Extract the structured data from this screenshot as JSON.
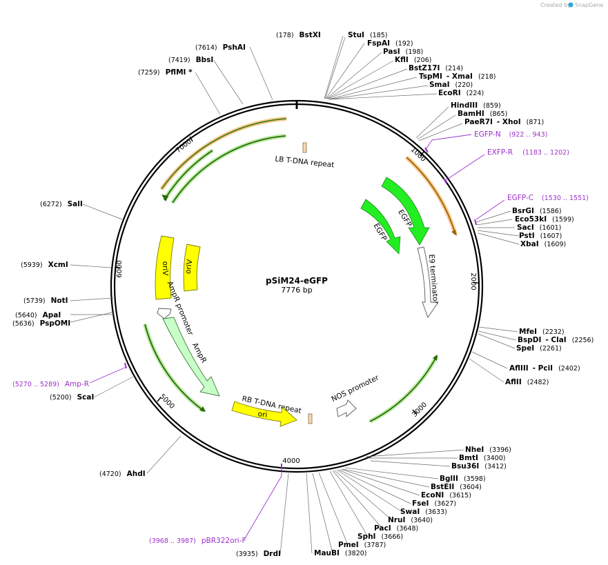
{
  "plasmid": {
    "name": "pSiM24-eGFP",
    "length_label": "7776 bp",
    "length": 7776
  },
  "credit": {
    "prefix": "Created by",
    "brand": "SnapGene"
  },
  "ticks": [
    "1000",
    "2000",
    "3000",
    "4000",
    "5000",
    "6000",
    "7000"
  ],
  "enzymes": [
    {
      "name": "BstXI",
      "pos": "(178)"
    },
    {
      "name": "StuI",
      "pos": "(185)"
    },
    {
      "name": "FspAI",
      "pos": "(192)"
    },
    {
      "name": "PasI",
      "pos": "(198)"
    },
    {
      "name": "KflI",
      "pos": "(206)"
    },
    {
      "name": "BstZ17I",
      "pos": "(214)"
    },
    {
      "name": "TspMI",
      "pos": ""
    },
    {
      "name": "- XmaI",
      "pos": "(218)"
    },
    {
      "name": "SmaI",
      "pos": "(220)"
    },
    {
      "name": "EcoRI",
      "pos": "(224)"
    },
    {
      "name": "HindIII",
      "pos": "(859)"
    },
    {
      "name": "BamHI",
      "pos": "(865)"
    },
    {
      "name": "PaeR7I",
      "pos": ""
    },
    {
      "name": "- XhoI",
      "pos": "(871)"
    },
    {
      "name": "BsrGI",
      "pos": "(1586)"
    },
    {
      "name": "Eco53kI",
      "pos": "(1599)"
    },
    {
      "name": "SacI",
      "pos": "(1601)"
    },
    {
      "name": "PstI",
      "pos": "(1607)"
    },
    {
      "name": "XbaI",
      "pos": "(1609)"
    },
    {
      "name": "MfeI",
      "pos": "(2232)"
    },
    {
      "name": "BspDI",
      "pos": ""
    },
    {
      "name": "- ClaI",
      "pos": "(2256)"
    },
    {
      "name": "SpeI",
      "pos": "(2261)"
    },
    {
      "name": "AflIII",
      "pos": ""
    },
    {
      "name": "- PciI",
      "pos": "(2402)"
    },
    {
      "name": "AflII",
      "pos": "(2482)"
    },
    {
      "name": "NheI",
      "pos": "(3396)"
    },
    {
      "name": "BmtI",
      "pos": "(3400)"
    },
    {
      "name": "Bsu36I",
      "pos": "(3412)"
    },
    {
      "name": "BglII",
      "pos": "(3598)"
    },
    {
      "name": "BstEII",
      "pos": "(3604)"
    },
    {
      "name": "EcoNI",
      "pos": "(3615)"
    },
    {
      "name": "FseI",
      "pos": "(3627)"
    },
    {
      "name": "SwaI",
      "pos": "(3633)"
    },
    {
      "name": "NruI",
      "pos": "(3640)"
    },
    {
      "name": "PacI",
      "pos": "(3648)"
    },
    {
      "name": "SphI",
      "pos": "(3666)"
    },
    {
      "name": "PmeI",
      "pos": "(3787)"
    },
    {
      "name": "MauBI",
      "pos": "(3820)"
    },
    {
      "name": "DrdI",
      "pos": "(3935)"
    },
    {
      "name": "AhdI",
      "pos": "(4720)"
    },
    {
      "name": "ScaI",
      "pos": "(5200)"
    },
    {
      "name": "PspOMI",
      "pos": "(5636)"
    },
    {
      "name": "ApaI",
      "pos": "(5640)"
    },
    {
      "name": "NotI",
      "pos": "(5739)"
    },
    {
      "name": "XcmI",
      "pos": "(5939)"
    },
    {
      "name": "SalI",
      "pos": "(6272)"
    },
    {
      "name": "PflMI *",
      "pos": "(7259)"
    },
    {
      "name": "BbsI",
      "pos": "(7419)"
    },
    {
      "name": "PshAI",
      "pos": "(7614)"
    }
  ],
  "primers": [
    {
      "name": "EGFP-N",
      "range": "(922 .. 943)"
    },
    {
      "name": "EXFP-R",
      "range": "(1183 .. 1202)"
    },
    {
      "name": "EGFP-C",
      "range": "(1530 .. 1551)"
    },
    {
      "name": "Amp-R",
      "range": "(5270 .. 5289)"
    },
    {
      "name": "pBR322ori-F",
      "range": "(3968 .. 3987)"
    }
  ],
  "features": [
    {
      "name": "LB T-DNA repeat"
    },
    {
      "name": "EGFP"
    },
    {
      "name": "EGFP"
    },
    {
      "name": "E9 terminator"
    },
    {
      "name": "oriV"
    },
    {
      "name": "oriV"
    },
    {
      "name": "AmpR promoter"
    },
    {
      "name": "AmpR"
    },
    {
      "name": "RB T-DNA repeat"
    },
    {
      "name": "ori"
    },
    {
      "name": "NOS promoter"
    }
  ],
  "colors": {
    "backbone": "#000000",
    "primer": "#9b30c9",
    "egfp": "#22ee22",
    "ori": "#ffff00",
    "ampr": "#c8ffc8",
    "tdna": "#f5d9b0",
    "selection_orange": "#f0a030",
    "selection_green": "#9be27a",
    "feature_dark_green": "#4a7a1a"
  }
}
